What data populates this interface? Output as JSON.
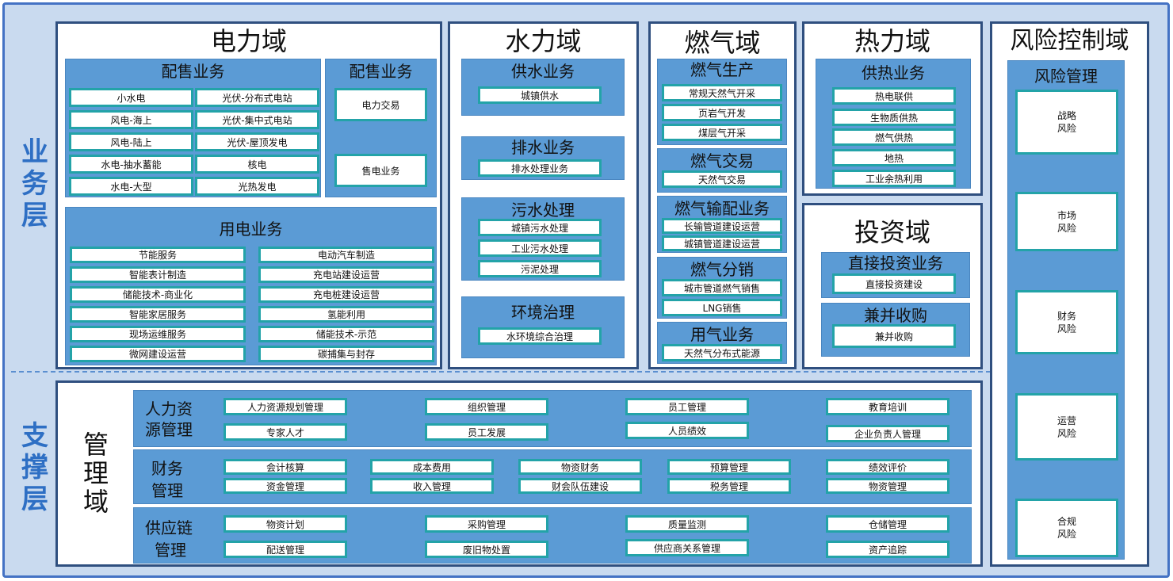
{
  "layers": {
    "business": "业务层",
    "support": "支撑层"
  },
  "power": {
    "title": "电力域",
    "distribution": {
      "title": "配售业务",
      "items": [
        "小水电",
        "光伏-分布式电站",
        "风电-海上",
        "光伏-集中式电站",
        "风电-陆上",
        "光伏-屋顶发电",
        "水电-抽水蓄能",
        "核电",
        "水电-大型",
        "光热发电"
      ]
    },
    "sales": {
      "title": "配售业务",
      "items": [
        "电力交易",
        "售电业务"
      ]
    },
    "usage": {
      "title": "用电业务",
      "items": [
        "节能服务",
        "电动汽车制造",
        "智能表计制造",
        "充电站建设运营",
        "储能技术-商业化",
        "充电桩建设运营",
        "智能家居服务",
        "氢能利用",
        "现场运维服务",
        "储能技术-示范",
        "微网建设运营",
        "碳捕集与封存"
      ]
    }
  },
  "water": {
    "title": "水力域",
    "supply": {
      "title": "供水业务",
      "items": [
        "城镇供水"
      ]
    },
    "drain": {
      "title": "排水业务",
      "items": [
        "排水处理业务"
      ]
    },
    "sewage": {
      "title": "污水处理",
      "items": [
        "城镇污水处理",
        "工业污水处理",
        "污泥处理"
      ]
    },
    "env": {
      "title": "环境治理",
      "items": [
        "水环境综合治理"
      ]
    }
  },
  "gas": {
    "title": "燃气域",
    "production": {
      "title": "燃气生产",
      "items": [
        "常规天然气开采",
        "页岩气开发",
        "煤层气开采"
      ]
    },
    "trade": {
      "title": "燃气交易",
      "items": [
        "天然气交易"
      ]
    },
    "transport": {
      "title": "燃气输配业务",
      "items": [
        "长输管道建设运营",
        "城镇管道建设运营"
      ]
    },
    "distribution": {
      "title": "燃气分销",
      "items": [
        "城市管道燃气销售",
        "LNG销售"
      ]
    },
    "usage": {
      "title": "用气业务",
      "items": [
        "天然气分布式能源"
      ]
    }
  },
  "heat": {
    "title": "热力域",
    "supply": {
      "title": "供热业务",
      "items": [
        "热电联供",
        "生物质供热",
        "燃气供热",
        "地热",
        "工业余热利用"
      ]
    }
  },
  "invest": {
    "title": "投资域",
    "direct": {
      "title": "直接投资业务",
      "items": [
        "直接投资建设"
      ]
    },
    "ma": {
      "title": "兼并收购",
      "items": [
        "兼并收购"
      ]
    }
  },
  "risk": {
    "title": "风险控制域",
    "mgmt": {
      "title": "风险管理",
      "items": [
        "战略\n风险",
        "市场\n风险",
        "财务\n风险",
        "运营\n风险",
        "合规\n风险"
      ]
    }
  },
  "management": {
    "title": "管理域",
    "hr": {
      "title_line1": "人力资",
      "title_line2": "源管理",
      "items": [
        "人力资源规划管理",
        "组织管理",
        "员工管理",
        "教育培训",
        "专家人才",
        "员工发展",
        "人员绩效",
        "企业负责人管理"
      ]
    },
    "finance": {
      "title_line1": "财务",
      "title_line2": "管理",
      "items": [
        "会计核算",
        "成本费用",
        "物资财务",
        "预算管理",
        "绩效评价",
        "资金管理",
        "收入管理",
        "财会队伍建设",
        "税务管理",
        "物资管理"
      ]
    },
    "supply": {
      "title_line1": "供应链",
      "title_line2": "管理",
      "items": [
        "物资计划",
        "采购管理",
        "质量监测",
        "仓储管理",
        "配送管理",
        "废旧物处置",
        "供应商关系管理",
        "资产追踪"
      ]
    }
  },
  "colors": {
    "frame": "#4472c4",
    "group": "#5b9bd5",
    "item_border": "#23a3a8",
    "layer_text": "#2e6fc4",
    "background": "#c9daef"
  }
}
